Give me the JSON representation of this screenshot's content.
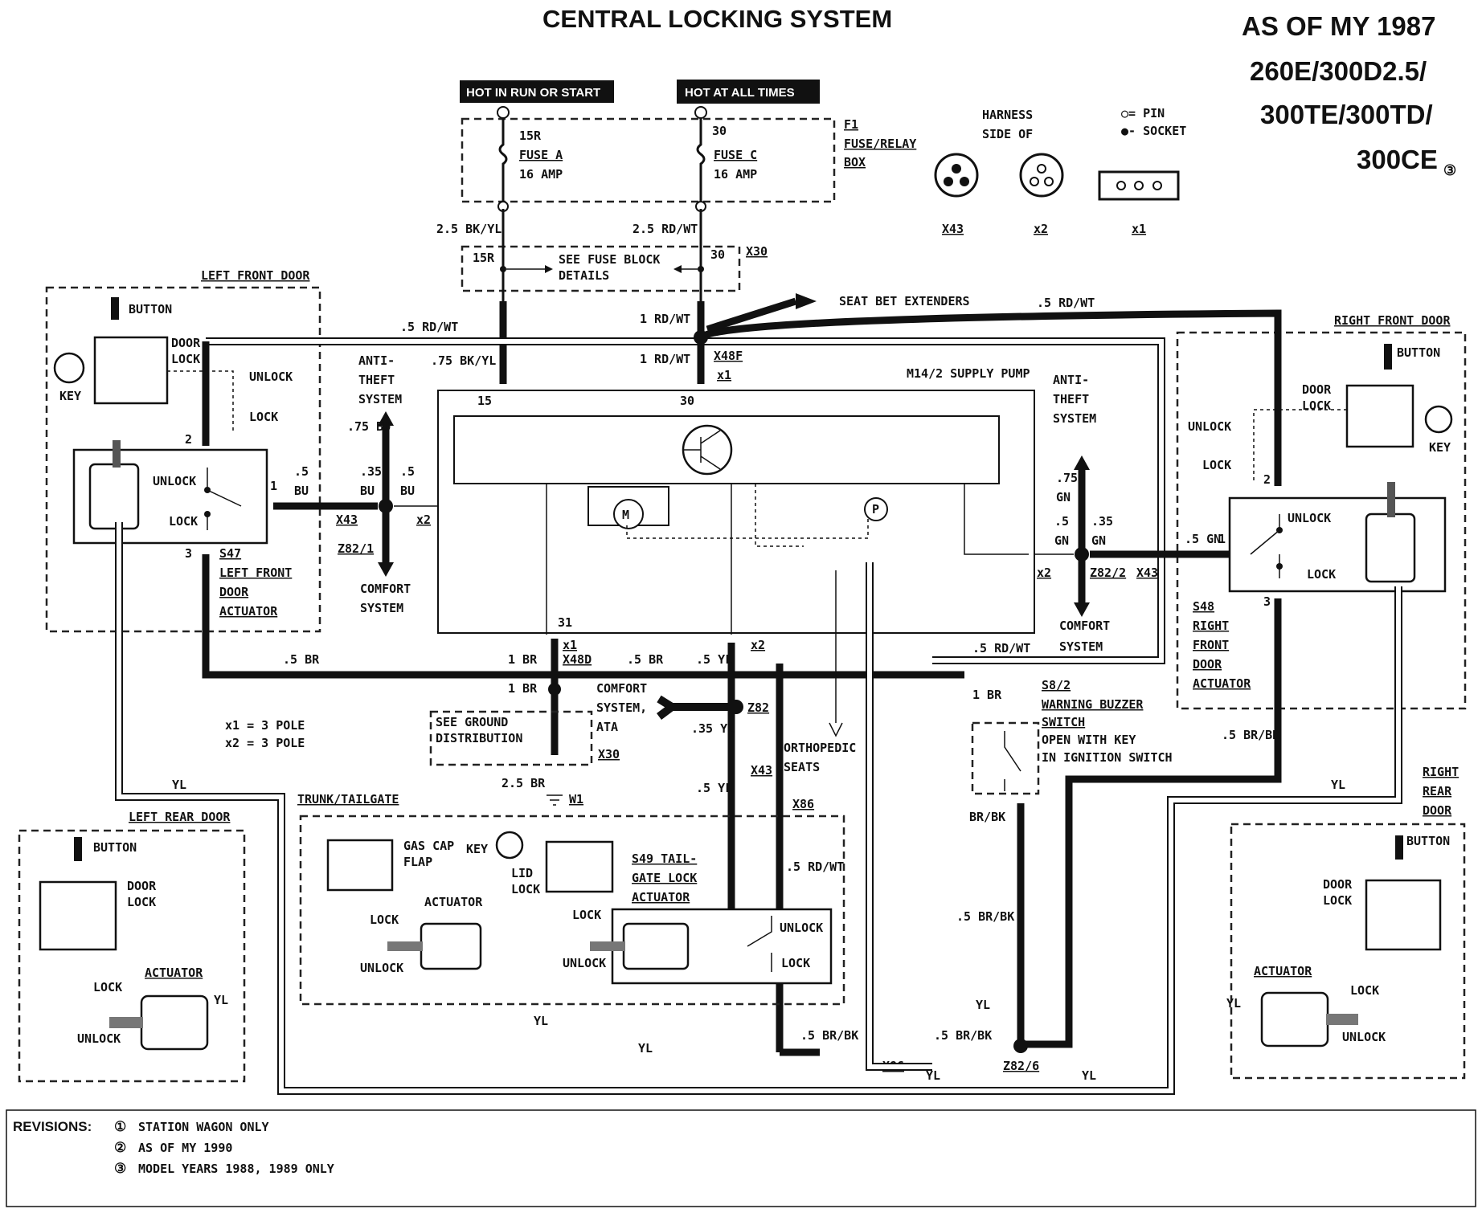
{
  "header": {
    "title": "CENTRAL LOCKING SYSTEM",
    "model_line1": "AS OF MY 1987",
    "model_line2": "260E/300D2.5/",
    "model_line3": "300TE/300TD/",
    "model_line4": "300CE",
    "model_line4_note": "③"
  },
  "power": {
    "hot_run": "HOT IN RUN OR START",
    "hot_always": "HOT AT ALL TIMES",
    "fuse_a_term": "15R",
    "fuse_a": "FUSE A",
    "fuse_a_amp": "16 AMP",
    "fuse_c_term": "30",
    "fuse_c": "FUSE C",
    "fuse_c_amp": "16 AMP",
    "f1_id": "F1",
    "f1_line1": "FUSE/RELAY",
    "f1_line2": "BOX",
    "wire_a": "2.5 BK/YL",
    "wire_c": "2.5 RD/WT",
    "x30_id": "X30",
    "x30_15r": "15R",
    "x30_30": "30",
    "fuse_block_1": "SEE FUSE BLOCK",
    "fuse_block_2": "DETAILS"
  },
  "harness": {
    "title1": "HARNESS",
    "title2": "SIDE OF",
    "pin": "○= PIN",
    "socket": "●- SOCKET",
    "x43": "X43",
    "x2": "x2",
    "x1": "x1"
  },
  "labels": {
    "left_front_door": "LEFT FRONT DOOR",
    "right_front_door": "RIGHT FRONT DOOR",
    "left_rear_door": "LEFT REAR DOOR",
    "right_rear_1": "RIGHT",
    "right_rear_2": "REAR",
    "right_rear_3": "DOOR",
    "button": "BUTTON",
    "door": "DOOR",
    "lock": "LOCK",
    "unlock": "UNLOCK",
    "key": "KEY",
    "actuator": "ACTUATOR",
    "seat_belt": "SEAT BET EXTENDERS",
    "rdwt_05": ".5 RD/WT",
    "rdwt_1": "1 RD/WT",
    "bkyl_075": ".75 BK/YL",
    "x48f": "X48F",
    "x1": "x1",
    "x2": "x2",
    "x43": "X43",
    "pump": "M14/2 SUPPLY PUMP",
    "anti1": "ANTI-",
    "anti2": "THEFT",
    "anti3": "SYSTEM",
    "bu_075": ".75 BU",
    "bu_035": ".35",
    "bu_05": ".5",
    "bu": "BU",
    "z821": "Z82/1",
    "z822": "Z82/2",
    "z82": "Z82",
    "z826": "Z82/6",
    "comfort1": "COMFORT",
    "comfort2": "SYSTEM",
    "gn_075": ".75",
    "gn": "GN",
    "gn_05": ".5",
    "gn_035": ".35",
    "gn_5": ".5 GN",
    "s47": "S47",
    "s47_1": "LEFT FRONT",
    "s47_2": "DOOR",
    "s47_3": "ACTUATOR",
    "s48": "S48",
    "s48_1": "RIGHT",
    "s48_2": "FRONT",
    "s48_3": "DOOR",
    "s48_4": "ACTUATOR",
    "br_05": ".5 BR",
    "br_1": "1 BR",
    "br_25": "2.5 BR",
    "x48d": "X48D",
    "yl_05": ".5 YL",
    "yl_035": ".35 YL",
    "yl": "YL",
    "comfort_ata1": "COMFORT",
    "comfort_ata2": "SYSTEM,",
    "comfort_ata3": "ATA",
    "ground1": "SEE GROUND",
    "ground2": "DISTRIBUTION",
    "x30": "X30",
    "w1": "W1",
    "pole1": "x1 = 3 POLE",
    "pole2": "x2 = 3 POLE",
    "ortho1": "ORTHOPEDIC",
    "ortho2": "SEATS",
    "x86": "X86",
    "s82": "S8/2",
    "buzzer1": "WARNING BUZZER",
    "buzzer2": "SWITCH",
    "buzzer3": "OPEN WITH KEY",
    "buzzer4": "IN IGNITION SWITCH",
    "brbk_05": ".5 BR/BK",
    "brbk": "BR/BK",
    "trunk": "TRUNK/TAILGATE",
    "gas1": "GAS CAP",
    "gas2": "FLAP",
    "lid1": "LID",
    "lid2": "LOCK",
    "s49_1": "S49 TAIL-",
    "s49_2": "GATE LOCK",
    "s49_3": "ACTUATOR"
  },
  "revisions": {
    "title": "REVISIONS:",
    "r1_num": "①",
    "r1": "STATION WAGON ONLY",
    "r2_num": "②",
    "r2": "AS OF MY 1990",
    "r3_num": "③",
    "r3": "MODEL YEARS 1988, 1989 ONLY"
  }
}
